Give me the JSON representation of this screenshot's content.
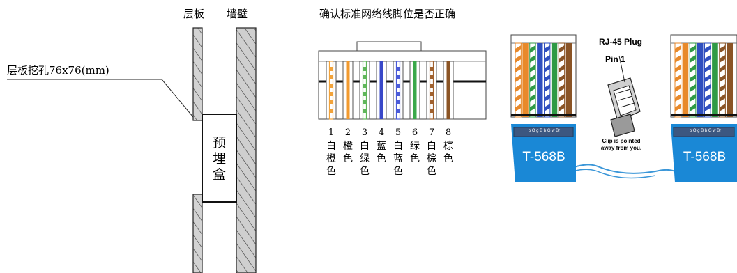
{
  "left_diagram": {
    "label_shelf": "层板",
    "label_wall": "墙壁",
    "label_hole": "层板挖孔76x76(mm)",
    "box_label": "预\n埋\n盒"
  },
  "middle_diagram": {
    "title": "确认标准网络线脚位是否正确",
    "pins": [
      {
        "num": "1",
        "color_name": "白\n橙\n色",
        "wire_color": "#f2a33a",
        "striped": true
      },
      {
        "num": "2",
        "color_name": "橙\n色",
        "wire_color": "#f29a2e",
        "striped": false
      },
      {
        "num": "3",
        "color_name": "白\n绿\n色",
        "wire_color": "#5fb65a",
        "striped": true
      },
      {
        "num": "4",
        "color_name": "蓝\n色",
        "wire_color": "#3948c8",
        "striped": false
      },
      {
        "num": "5",
        "color_name": "白\n蓝\n色",
        "wire_color": "#4a5bd8",
        "striped": true
      },
      {
        "num": "6",
        "color_name": "绿\n色",
        "wire_color": "#3aa84a",
        "striped": false
      },
      {
        "num": "7",
        "color_name": "白\n棕\n色",
        "wire_color": "#a0612e",
        "striped": true
      },
      {
        "num": "8",
        "color_name": "棕\n色",
        "wire_color": "#8b5424",
        "striped": false
      }
    ]
  },
  "right_diagram": {
    "left_plug_label": "T-568B",
    "right_plug_label": "T-568B",
    "plug_title": "RJ-45 Plug",
    "pin1_label": "Pin 1",
    "clip_note": "Clip is pointed\naway from you.",
    "pin_codes": "o O g B b G w Br",
    "colors": {
      "plug_blue": "#1a88d6",
      "orange": "#e8892a",
      "green": "#2f9a45",
      "blue": "#2f4fbf",
      "brown": "#8a5426"
    }
  }
}
